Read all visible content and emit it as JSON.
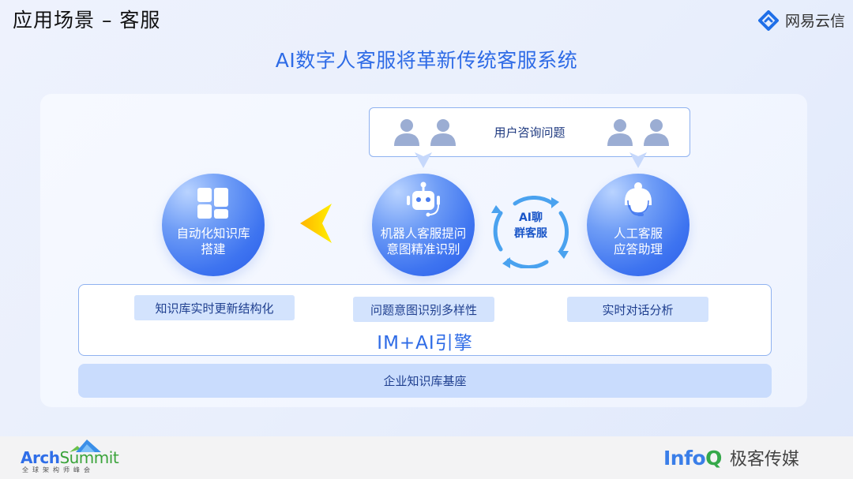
{
  "header": {
    "slide_title": "应用场景 – 客服",
    "brand": "网易云信"
  },
  "headline": "AI数字人客服将革新传统客服系统",
  "user_box": {
    "label": "用户咨询问题",
    "icons": [
      "person-icon",
      "person-icon",
      "person-icon",
      "person-icon"
    ]
  },
  "circles": [
    {
      "icon": "grid-icon",
      "line1": "自动化知识库",
      "line2": "搭建"
    },
    {
      "icon": "robot-icon",
      "line1": "机器人客服提问",
      "line2": "意图精准识别"
    },
    {
      "icon": "agent-headset-icon",
      "line1": "人工客服",
      "line2": "应答助理"
    }
  ],
  "cycle": {
    "line1": "AI聊",
    "line2": "群客服"
  },
  "engine": {
    "label": "IM+AI引擎",
    "chips": [
      "知识库实时更新结构化",
      "问题意图识别多样性",
      "实时对话分析"
    ]
  },
  "base": {
    "label": "企业知识库基座"
  },
  "footer": {
    "arch_a": "Arch",
    "arch_b": "Summit",
    "arch_sub": "全球架构师峰会",
    "infoq_a": "Info",
    "infoq_b": "Q",
    "infoq_cn": "极客传媒"
  },
  "colors": {
    "accent": "#2e6be6",
    "chip_bg": "#d3e3fd",
    "base_bg": "#c9dcfd",
    "arrow_yellow": "#ffd400"
  }
}
